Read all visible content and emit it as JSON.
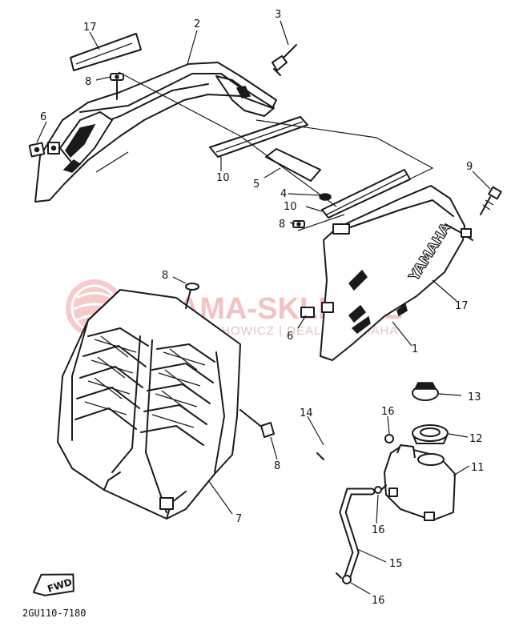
{
  "diagram": {
    "drawing_code": "2GU110-7180",
    "brand_mark": "YAMAHA",
    "fwd_label": "FWD",
    "watermark": {
      "main": "YAMA-SKLEP.PL",
      "sub": "WOJCIECHOWICZ | DEALER YAMAHA",
      "color": "#e8a0a0"
    },
    "callouts": {
      "c1": "1",
      "c2": "2",
      "c3": "3",
      "c4": "4",
      "c5": "5",
      "c6a": "6",
      "c6b": "6",
      "c7": "7",
      "c8a": "8",
      "c8b": "8",
      "c8c": "8",
      "c8d": "8",
      "c9": "9",
      "c10a": "10",
      "c10b": "10",
      "c11": "11",
      "c12": "12",
      "c13": "13",
      "c14": "14",
      "c15": "15",
      "c16a": "16",
      "c16b": "16",
      "c16c": "16",
      "c17a": "17",
      "c17b": "17"
    }
  }
}
